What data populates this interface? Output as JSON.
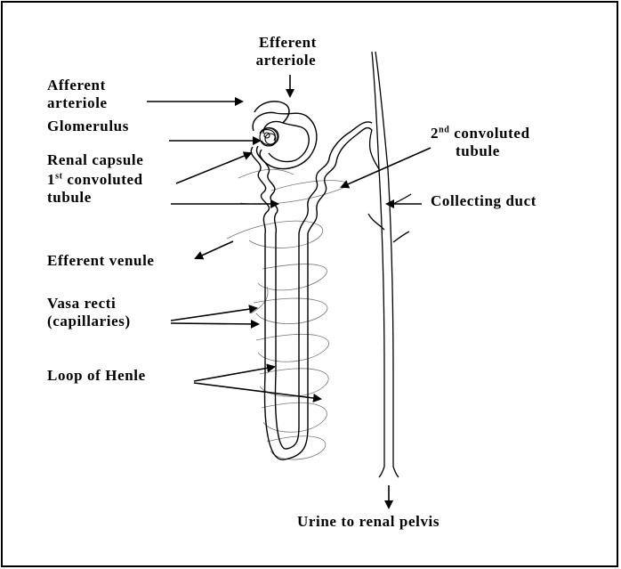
{
  "labels": {
    "efferent_arteriole": [
      "Efferent",
      "arteriole"
    ],
    "afferent_arteriole": [
      "Afferent",
      "arteriole"
    ],
    "glomerulus": "Glomerulus",
    "renal_capsule": "Renal capsule",
    "first_tubule": {
      "num": "1",
      "sup": "st",
      "rest": " convoluted",
      "line2": "tubule"
    },
    "second_tubule": {
      "num": "2",
      "sup": "nd",
      "rest": " convoluted",
      "line2": "tubule"
    },
    "collecting_duct": "Collecting duct",
    "efferent_venule": "Efferent venule",
    "vasa_recti": [
      "Vasa recti",
      "(capillaries)"
    ],
    "loop_of_henle": "Loop of Henle",
    "urine": "Urine to renal pelvis"
  },
  "colors": {
    "line": "#000000",
    "capillary": "#777777",
    "background": "#ffffff"
  }
}
